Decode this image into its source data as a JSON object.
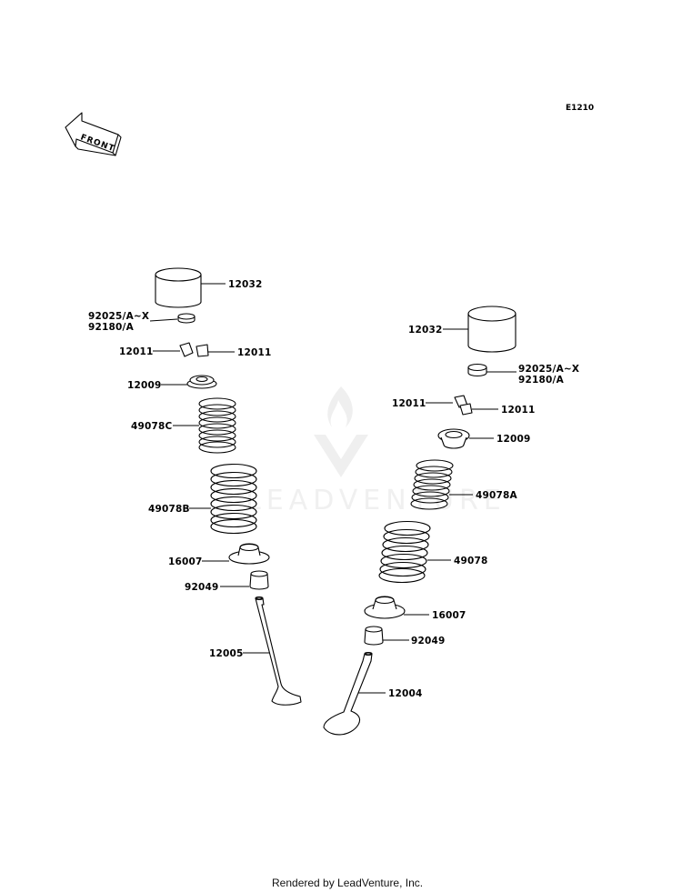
{
  "diagram_code": "E1210",
  "front_arrow_text": "FRONT",
  "watermark_text": "LEADVENTURE",
  "footer_text": "Rendered by LeadVenture, Inc.",
  "left_group": {
    "tappet": "12032",
    "shim": [
      "92025/A~X",
      "92180/A"
    ],
    "cotter_left": "12011",
    "cotter_right": "12011",
    "retainer": "12009",
    "inner_spring": "49078C",
    "outer_spring": "49078B",
    "spring_seat": "16007",
    "stem_seal": "92049",
    "valve": "12005"
  },
  "right_group": {
    "tappet": "12032",
    "shim": [
      "92025/A~X",
      "92180/A"
    ],
    "cotter_left": "12011",
    "cotter_right": "12011",
    "retainer": "12009",
    "inner_spring": "49078A",
    "outer_spring": "49078",
    "spring_seat": "16007",
    "stem_seal": "92049",
    "valve": "12004"
  }
}
